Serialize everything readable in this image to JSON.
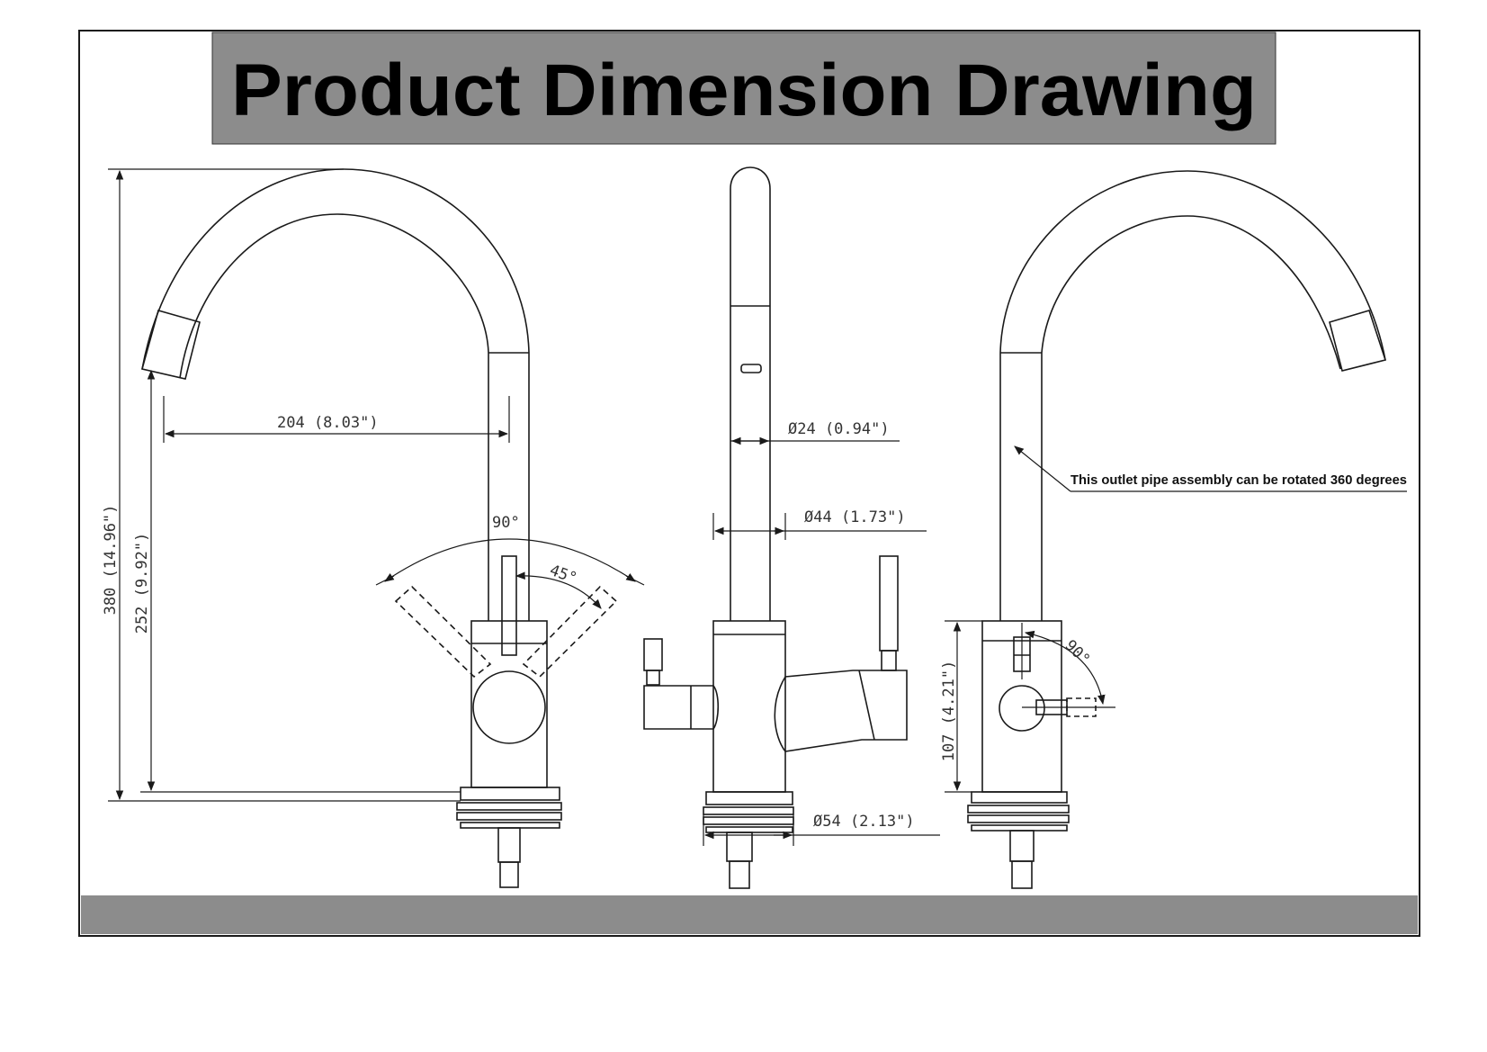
{
  "title": "Product Dimension Drawing",
  "colors": {
    "banner": "#8c8c8c",
    "line": "#1a1a1a",
    "text": "#333333"
  },
  "dimensions": {
    "spout_reach": "204 (8.03\")",
    "total_height": "380 (14.96\")",
    "spout_height": "252 (9.92\")",
    "handle_swing": "90°",
    "handle_half_swing": "45°",
    "spout_diameter": "Ø24 (0.94\")",
    "body_diameter": "Ø44 (1.73\")",
    "base_diameter": "Ø54 (2.13\")",
    "body_height": "107 (4.21\")",
    "side_handle_swing": "90°"
  },
  "note": "This outlet pipe assembly can be rotated 360 degrees"
}
